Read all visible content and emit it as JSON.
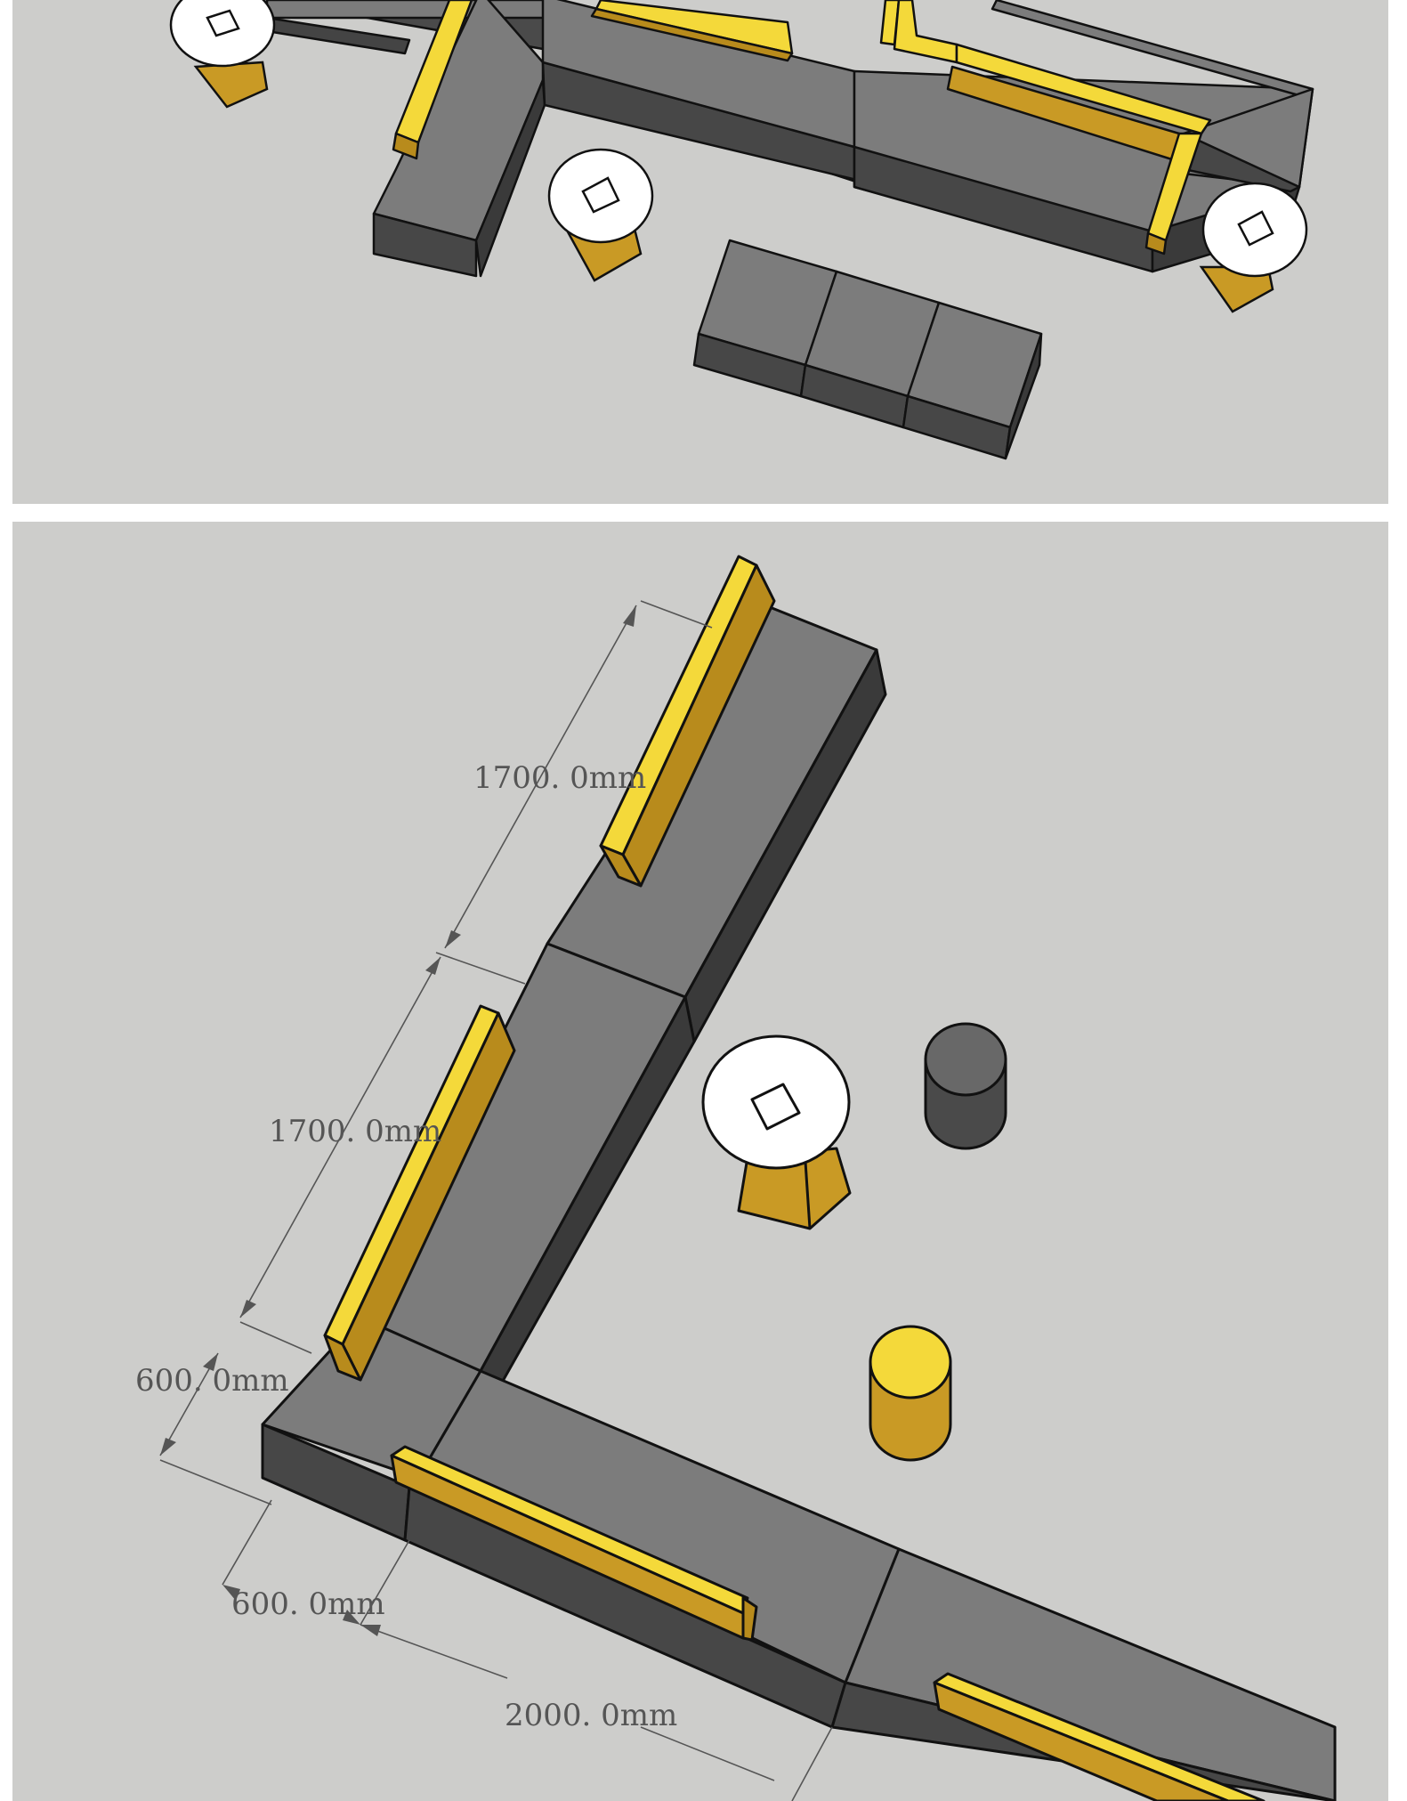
{
  "colors": {
    "background": "#ffffff",
    "floor": "#cdcdcb",
    "box_top": "#7c7c7c",
    "box_side_light": "#5a5a5a",
    "box_side_dark": "#3a3a3a",
    "backrest_light": "#f4d93a",
    "backrest_dark": "#b88b1c",
    "table_top": "#ffffff",
    "table_base": "#c99a25",
    "stool_gray": "#5c5c5c",
    "stool_yellow": "#f1cf2e",
    "outline": "#111111",
    "dimension": "#555555"
  },
  "top_view": {
    "objects": [
      "bench-segments",
      "backrests",
      "round-tables",
      "three-seat-bench"
    ]
  },
  "detail_view": {
    "dimensions": [
      {
        "label": "1700. 0mm"
      },
      {
        "label": "1700. 0mm"
      },
      {
        "label": "600. 0mm"
      },
      {
        "label": "600. 0mm"
      },
      {
        "label": "2000. 0mm"
      }
    ]
  }
}
